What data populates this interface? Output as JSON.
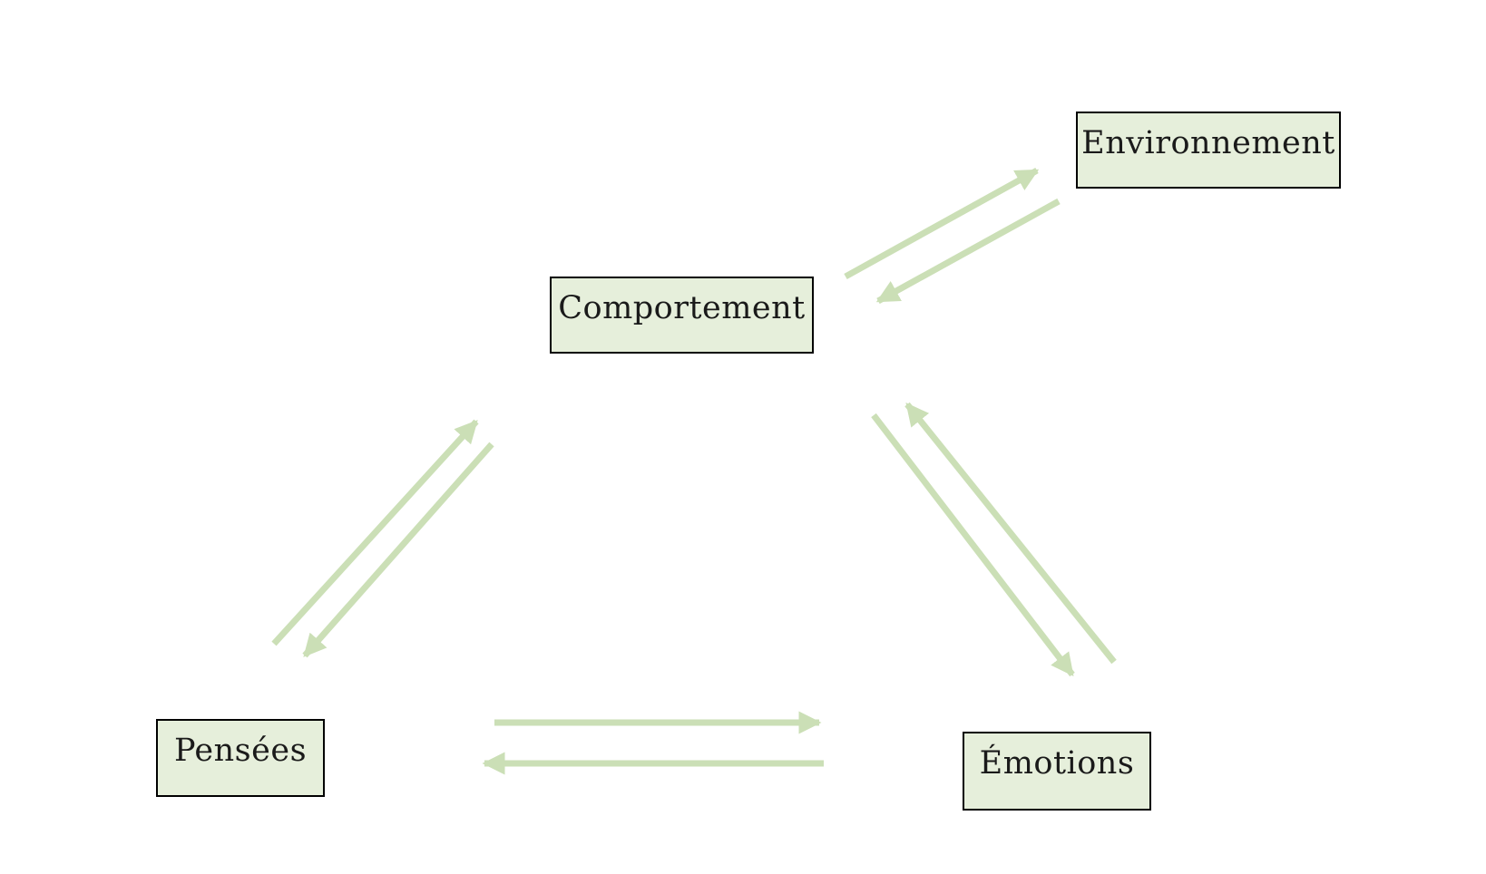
{
  "diagram": {
    "type": "concept-diagram",
    "description_visible_text_only": true,
    "nodes": [
      {
        "id": "environnement",
        "label": "Environnement"
      },
      {
        "id": "comportement",
        "label": "Comportement"
      },
      {
        "id": "pensees",
        "label": "Pensées"
      },
      {
        "id": "emotions",
        "label": "Émotions"
      }
    ],
    "edges": [
      {
        "from": "comportement",
        "to": "environnement",
        "style": "bidirectional",
        "arrows": 2
      },
      {
        "from": "pensees",
        "to": "comportement",
        "style": "bidirectional",
        "arrows": 2
      },
      {
        "from": "comportement",
        "to": "emotions",
        "style": "bidirectional",
        "arrows": 2
      },
      {
        "from": "pensees",
        "to": "emotions",
        "style": "bidirectional",
        "arrows": 2
      }
    ]
  },
  "colors": {
    "arrow": "#cbdfb6",
    "node_fill": "#e6efdb",
    "node_border": "#000000",
    "text": "#1a1a1a",
    "background": "#ffffff"
  }
}
